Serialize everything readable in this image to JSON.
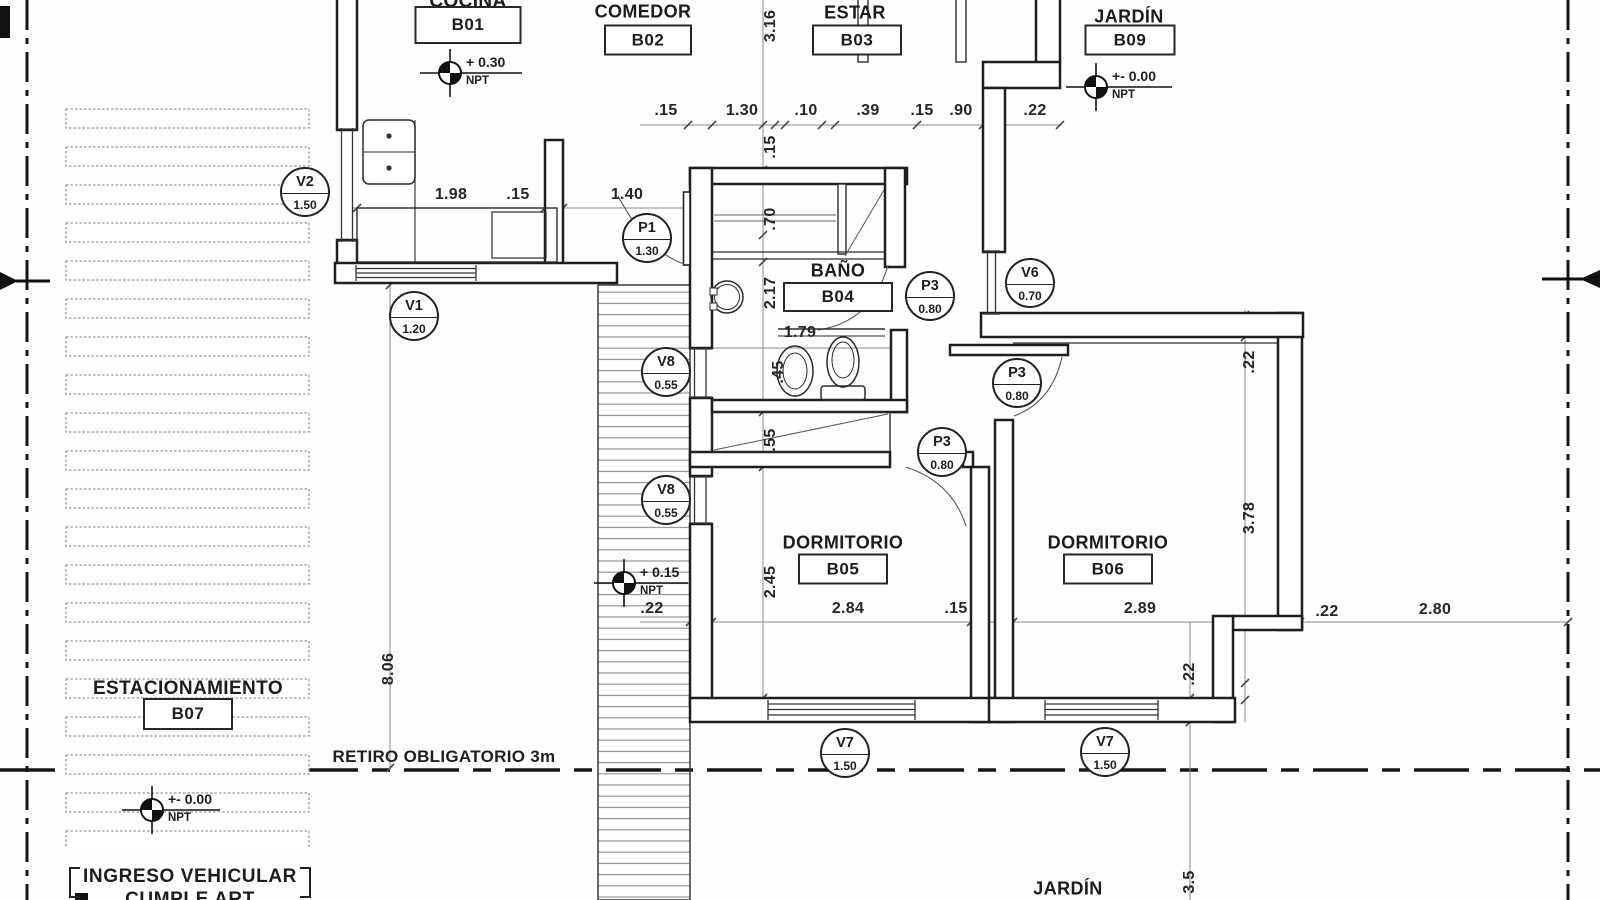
{
  "rooms": {
    "cocina": {
      "name": "COCINA",
      "code": "B01"
    },
    "comedor": {
      "name": "COMEDOR",
      "code": "B02"
    },
    "estar": {
      "name": "ESTAR",
      "code": "B03"
    },
    "bano": {
      "name": "BAÑO",
      "code": "B04"
    },
    "dormitorio1": {
      "name": "DORMITORIO",
      "code": "B05"
    },
    "dormitorio2": {
      "name": "DORMITORIO",
      "code": "B06"
    },
    "estacionamiento": {
      "name": "ESTACIONAMIENTO",
      "code": "B07"
    },
    "jardin_sup": {
      "name": "JARDÍN",
      "code": "B09"
    },
    "jardin_inf": {
      "name": "JARDÍN"
    }
  },
  "tags": {
    "v1": {
      "code": "V1",
      "size": "1.20"
    },
    "v2": {
      "code": "V2",
      "size": "1.50"
    },
    "v6": {
      "code": "V6",
      "size": "0.70"
    },
    "v7a": {
      "code": "V7",
      "size": "1.50"
    },
    "v7b": {
      "code": "V7",
      "size": "1.50"
    },
    "v8a": {
      "code": "V8",
      "size": "0.55"
    },
    "v8b": {
      "code": "V8",
      "size": "0.55"
    },
    "p1": {
      "code": "P1",
      "size": "1.30"
    },
    "p3a": {
      "code": "P3",
      "size": "0.80"
    },
    "p3b": {
      "code": "P3",
      "size": "0.80"
    },
    "p3c": {
      "code": "P3",
      "size": "0.80"
    }
  },
  "levels": {
    "cocina": {
      "value": "+ 0.30",
      "ref": "NPT"
    },
    "jardin": {
      "value": "+- 0.00",
      "ref": "NPT"
    },
    "pasillo": {
      "value": "+ 0.15",
      "ref": "NPT"
    },
    "estacionamiento": {
      "value": "+- 0.00",
      "ref": "NPT"
    }
  },
  "dims": {
    "top": {
      "d1": ".15",
      "d2": "1.30",
      "d3": ".10",
      "d4": ".39",
      "d5": ".15",
      "d6": ".90",
      "d7": ".22"
    },
    "kitchen": {
      "d1": "1.98",
      "d2": ".15",
      "d3": "1.40"
    },
    "bottom": {
      "d1": ".22",
      "d2": "2.84",
      "d3": ".15",
      "d4": "2.89",
      "d5": ".22",
      "d6": "2.80"
    },
    "leftcol": {
      "d1": "3.16",
      "d2": ".15",
      "d3": ".70",
      "d4": "2.17",
      "d5": "1.79",
      "d6": ".45",
      "d7": ".55",
      "d8": "2.45"
    },
    "right1": {
      "d1": ".22",
      "d2": "3.78"
    },
    "right2": {
      "d1": ".22",
      "d2": "3.5"
    },
    "left": {
      "d1": "8.06"
    }
  },
  "annotations": {
    "retiro": "RETIRO OBLIGATORIO 3m",
    "ingreso_line1": "INGRESO VEHICULAR",
    "ingreso_line2": "CUMPLE ART"
  }
}
